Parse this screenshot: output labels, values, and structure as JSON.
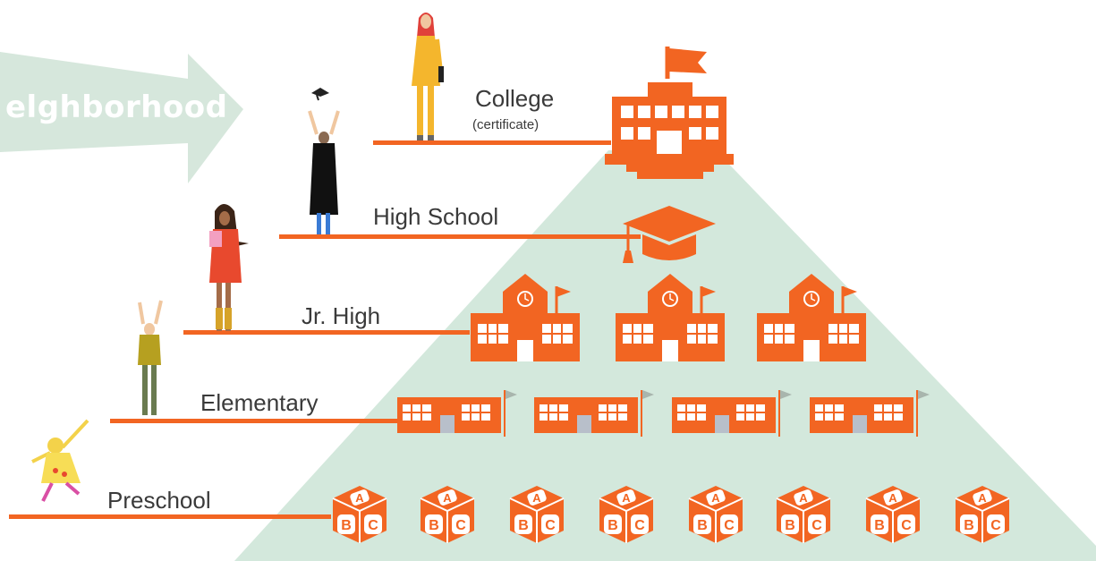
{
  "banner": {
    "text": "elghborhood"
  },
  "levels": {
    "college": {
      "label": "College",
      "sublabel": "(certificate)"
    },
    "high_school": {
      "label": "High School"
    },
    "jr_high": {
      "label": "Jr. High"
    },
    "elementary": {
      "label": "Elementary"
    },
    "preschool": {
      "label": "Preschool"
    }
  },
  "block_letters": {
    "top": "A",
    "left": "B",
    "right": "C"
  },
  "colors": {
    "orange": "#f26522",
    "mint": "#d3e8dc",
    "arrow": "#d6e7dc",
    "text": "#3a3a3a"
  },
  "icons": {
    "college": "university-building-icon",
    "high_school": "graduation-cap-icon",
    "jr_high": "schoolhouse-icon",
    "elementary": "small-school-icon",
    "preschool": "abc-block-icon"
  },
  "counts": {
    "jr_high": 3,
    "elementary": 4,
    "preschool": 8
  }
}
